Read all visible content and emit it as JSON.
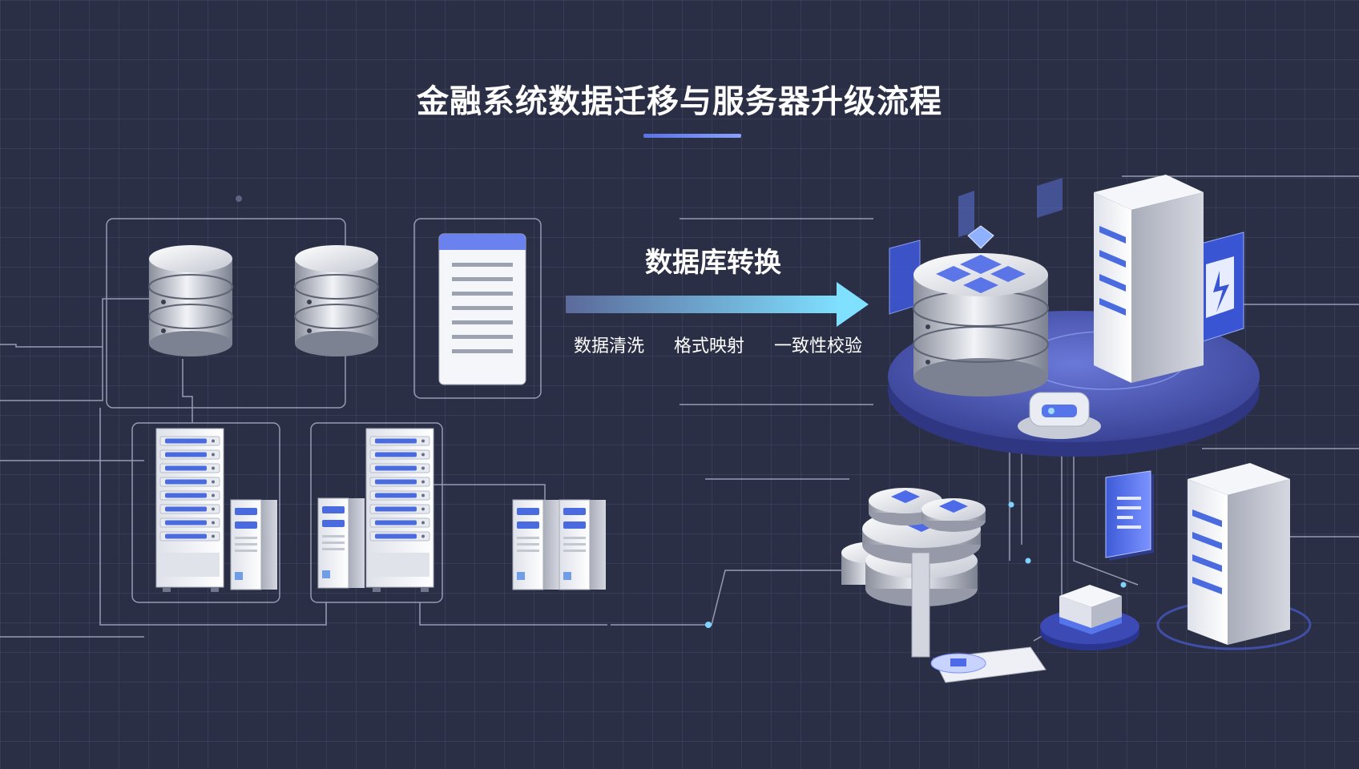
{
  "title": "金融系统数据迁移与服务器升级流程",
  "center_label": "数据库转换",
  "steps": [
    "数据清洗",
    "格式映射",
    "一致性校验"
  ],
  "colors": {
    "background": "#2b2f45",
    "accent": "#5a73e6",
    "arrow_start": "#5b6a9a",
    "arrow_end": "#7fe0ff",
    "platform": "#4a57b8"
  }
}
